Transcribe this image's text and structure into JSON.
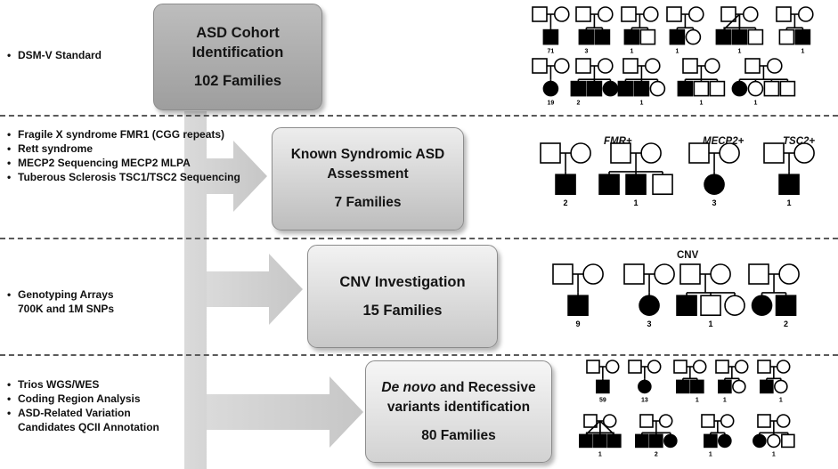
{
  "stages": [
    {
      "bullets": [
        "DSM-V Standard"
      ],
      "box_title": [
        "ASD Cohort",
        "Identification"
      ],
      "box_count": "102 Families"
    },
    {
      "bullets": [
        "Fragile X syndrome FMR1 (CGG repeats)",
        "Rett syndrome",
        "MECP2 Sequencing MECP2 MLPA",
        "Tuberous Sclerosis TSC1/TSC2 Sequencing"
      ],
      "box_title": [
        "Known Syndromic ASD",
        "Assessment"
      ],
      "box_count": "7 Families",
      "pedigree_labels": [
        "FMR+",
        "MECP2+",
        "TSC2+"
      ]
    },
    {
      "bullets": [
        "Genotyping Arrays 700K and 1M SNPs"
      ],
      "box_title": [
        "CNV Investigation"
      ],
      "box_count": "15 Families",
      "pedigree_title": "CNV"
    },
    {
      "bullets": [
        "Trios WGS/WES",
        "Coding Region Analysis",
        "ASD-Related Variation Candidates QCII Annotation"
      ],
      "box_title": [
        "De novo and Recessive",
        "variants identification"
      ],
      "box_count": "80 Families"
    }
  ],
  "pedigree_counts": {
    "stage1_row1": [
      "71",
      "3",
      "1",
      "1",
      "1",
      "1"
    ],
    "stage1_row2": [
      "19",
      "2",
      "1",
      "1",
      "1"
    ],
    "stage2": [
      "2",
      "1",
      "3",
      "1"
    ],
    "stage3": [
      "9",
      "3",
      "1",
      "2"
    ],
    "stage4_row1": [
      "59",
      "13",
      "1",
      "1",
      "1"
    ],
    "stage4_row2": [
      "1",
      "2",
      "1",
      "1"
    ]
  },
  "colors": {
    "box_gradient_top": "#f2f2f2",
    "box_gradient_bottom": "#c4c4c4",
    "arrow": "#cfcfcf",
    "affected": "#000000",
    "separator": "#5a5a5a"
  }
}
